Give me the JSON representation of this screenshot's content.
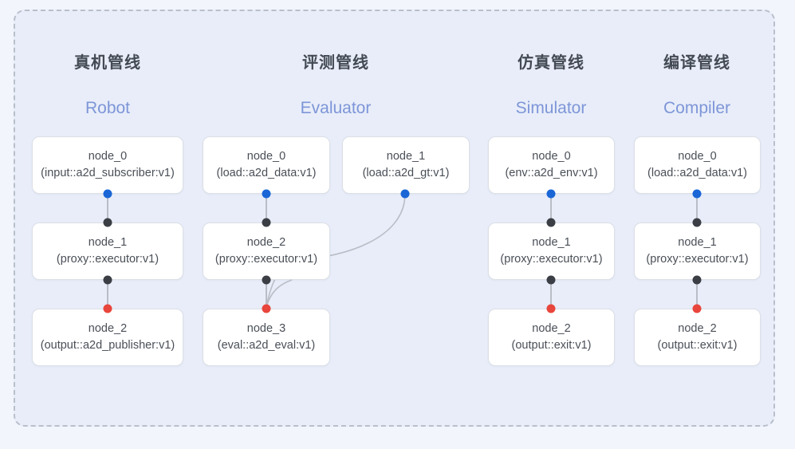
{
  "frame": {
    "border_style": "dashed",
    "border_color": "#b9bfcb",
    "panel_color": "#e8edf9",
    "page_color": "#f2f5fc"
  },
  "palette": {
    "port_input": "#1a66d6",
    "port_mid": "#3b3f45",
    "port_output": "#e8453c",
    "edge": "#b9bdc6",
    "title": "#444a54",
    "subtitle": "#7e96d8",
    "node_text": "#4a4f57",
    "node_bg": "#ffffff",
    "node_border": "#dcdfe6"
  },
  "columns": [
    {
      "id": "robot",
      "title": "真机管线",
      "subtitle": "Robot",
      "nodes": [
        {
          "id": "robot-node-0",
          "name": "node_0",
          "type": "(input::a2d_subscriber:v1)"
        },
        {
          "id": "robot-node-1",
          "name": "node_1",
          "type": "(proxy::executor:v1)"
        },
        {
          "id": "robot-node-2",
          "name": "node_2",
          "type": "(output::a2d_publisher:v1)"
        }
      ]
    },
    {
      "id": "evaluator",
      "title": "评测管线",
      "subtitle": "Evaluator",
      "nodes": [
        {
          "id": "eval-node-0",
          "name": "node_0",
          "type": "(load::a2d_data:v1)"
        },
        {
          "id": "eval-node-1",
          "name": "node_1",
          "type": "(load::a2d_gt:v1)"
        },
        {
          "id": "eval-node-2",
          "name": "node_2",
          "type": "(proxy::executor:v1)"
        },
        {
          "id": "eval-node-3",
          "name": "node_3",
          "type": "(eval::a2d_eval:v1)"
        }
      ]
    },
    {
      "id": "simulator",
      "title": "仿真管线",
      "subtitle": "Simulator",
      "nodes": [
        {
          "id": "sim-node-0",
          "name": "node_0",
          "type": "(env::a2d_env:v1)"
        },
        {
          "id": "sim-node-1",
          "name": "node_1",
          "type": "(proxy::executor:v1)"
        },
        {
          "id": "sim-node-2",
          "name": "node_2",
          "type": "(output::exit:v1)"
        }
      ]
    },
    {
      "id": "compiler",
      "title": "编译管线",
      "subtitle": "Compiler",
      "nodes": [
        {
          "id": "comp-node-0",
          "name": "node_0",
          "type": "(load::a2d_data:v1)"
        },
        {
          "id": "comp-node-1",
          "name": "node_1",
          "type": "(proxy::executor:v1)"
        },
        {
          "id": "comp-node-2",
          "name": "node_2",
          "type": "(output::exit:v1)"
        }
      ]
    }
  ]
}
